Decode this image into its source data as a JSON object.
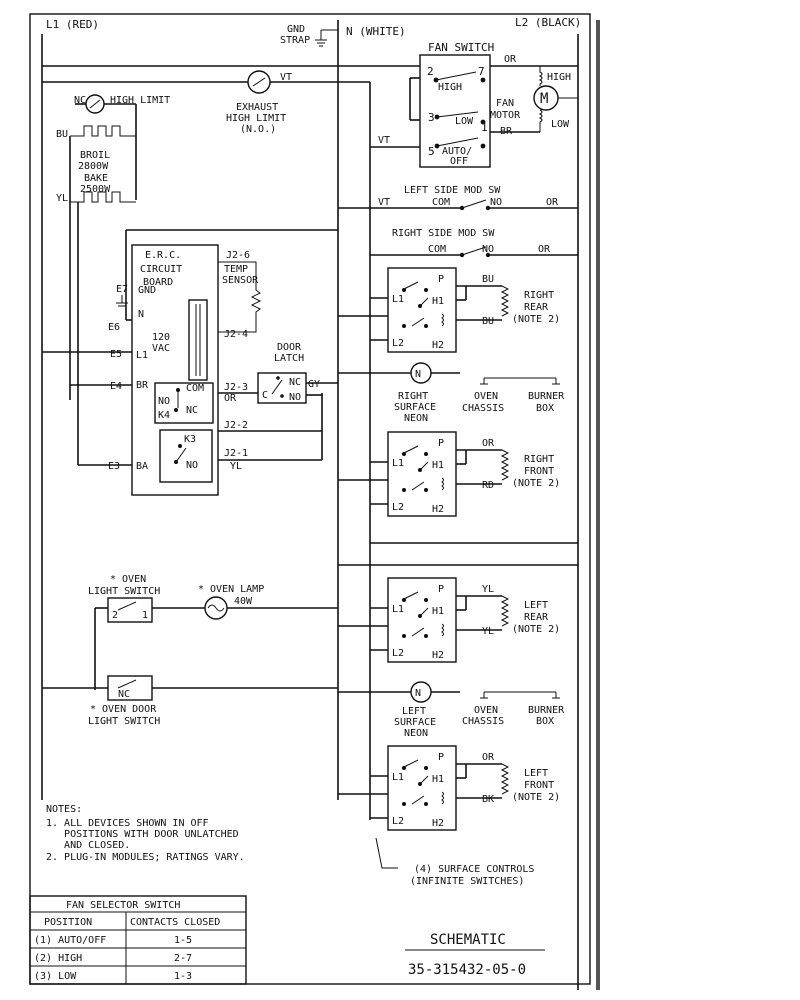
{
  "rails": {
    "l1": "L1 (RED)",
    "n": "N (WHITE)",
    "l2": "L2 (BLACK)",
    "gnd": [
      "GND",
      "STRAP"
    ]
  },
  "fan": {
    "title": "FAN SWITCH",
    "pins": [
      "2",
      "7",
      "3",
      "1",
      "5"
    ],
    "pos": [
      "HIGH",
      "LOW",
      "AUTO/",
      "OFF"
    ],
    "motor": [
      "FAN",
      "MOTOR"
    ],
    "m": "M",
    "or": "OR",
    "br": "BR",
    "vt": "VT",
    "high": "HIGH",
    "low": "LOW"
  },
  "exhaust": {
    "vt": "VT",
    "label": [
      "EXHAUST",
      "HIGH LIMIT",
      "(N.O.)"
    ]
  },
  "high_limit": {
    "nc": "NC",
    "label": "HIGH LIMIT"
  },
  "broil": {
    "bu": "BU",
    "yl": "YL",
    "label": [
      "BROIL",
      "2800W",
      "BAKE",
      "2500W"
    ]
  },
  "left_mod": {
    "title": "LEFT SIDE MOD SW",
    "vt": "VT",
    "com": "COM",
    "no": "NO",
    "or": "OR"
  },
  "right_mod": {
    "title": "RIGHT SIDE MOD SW",
    "com": "COM",
    "no": "NO",
    "or": "OR"
  },
  "erc": {
    "title": [
      "E.R.C.",
      "CIRCUIT",
      "BOARD"
    ],
    "gnd": "GND",
    "n": "N",
    "vac": [
      "120",
      "VAC"
    ],
    "l1": "L1",
    "br": "BR",
    "k4": "K4",
    "no": "NO",
    "com": "COM",
    "nc": "NC",
    "k3": "K3",
    "ba": "BA",
    "no2": "NO",
    "ext": [
      "E7",
      "E6",
      "E5",
      "E4",
      "E3"
    ],
    "j26": "J2-6",
    "temp": [
      "TEMP",
      "SENSOR"
    ],
    "j24": "J2-4",
    "j23": "J2-3",
    "or": "OR",
    "j22": "J2-2",
    "j21": "J2-1",
    "yl": "YL"
  },
  "door_latch": {
    "label": [
      "DOOR",
      "LATCH"
    ],
    "c": "C",
    "nc": "NC",
    "no": "NO",
    "gy": "GY"
  },
  "surface": {
    "p": "P",
    "l1": "L1",
    "h1": "H1",
    "l2": "L2",
    "h2": "H2",
    "units": [
      {
        "w1": "BU",
        "w2": "BU",
        "label": [
          "RIGHT",
          "REAR",
          "(NOTE 2)"
        ]
      },
      {
        "w1": "OR",
        "w2": "RD",
        "label": [
          "RIGHT",
          "FRONT",
          "(NOTE 2)"
        ]
      },
      {
        "w1": "YL",
        "w2": "YL",
        "label": [
          "LEFT",
          "REAR",
          "(NOTE 2)"
        ]
      },
      {
        "w1": "OR",
        "w2": "BK",
        "label": [
          "LEFT",
          "FRONT",
          "(NOTE 2)"
        ]
      }
    ]
  },
  "neon": {
    "right": {
      "sym": "N",
      "label": [
        "RIGHT",
        "SURFACE",
        "NEON"
      ]
    },
    "left": {
      "sym": "N",
      "label": [
        "LEFT",
        "SURFACE",
        "NEON"
      ]
    }
  },
  "chassis": [
    {
      "oven": [
        "OVEN",
        "CHASSIS"
      ],
      "burner": [
        "BURNER",
        "BOX"
      ]
    },
    {
      "oven": [
        "OVEN",
        "CHASSIS"
      ],
      "burner": [
        "BURNER",
        "BOX"
      ]
    }
  ],
  "oven_light": {
    "label": [
      "* OVEN",
      "LIGHT SWITCH"
    ],
    "p2": "2",
    "p1": "1"
  },
  "oven_lamp": {
    "label": [
      "* OVEN LAMP",
      "40W"
    ]
  },
  "door_switch": {
    "nc": "NC",
    "label": [
      "* OVEN DOOR",
      "LIGHT SWITCH"
    ]
  },
  "notes": {
    "title": "NOTES:",
    "lines": [
      "1. ALL DEVICES SHOWN IN OFF",
      "   POSITIONS WITH DOOR UNLATCHED",
      "   AND CLOSED.",
      "2. PLUG-IN MODULES; RATINGS VARY."
    ]
  },
  "surface_note": [
    "(4) SURFACE CONTROLS",
    "(INFINITE SWITCHES)"
  ],
  "fan_table": {
    "title": "FAN SELECTOR SWITCH",
    "headers": [
      "POSITION",
      "CONTACTS CLOSED"
    ],
    "rows": [
      [
        "(1) AUTO/OFF",
        "1-5"
      ],
      [
        "(2) HIGH",
        "2-7"
      ],
      [
        "(3) LOW",
        "1-3"
      ]
    ]
  },
  "schematic_title": "SCHEMATIC",
  "part_number": "35-315432-05-0"
}
